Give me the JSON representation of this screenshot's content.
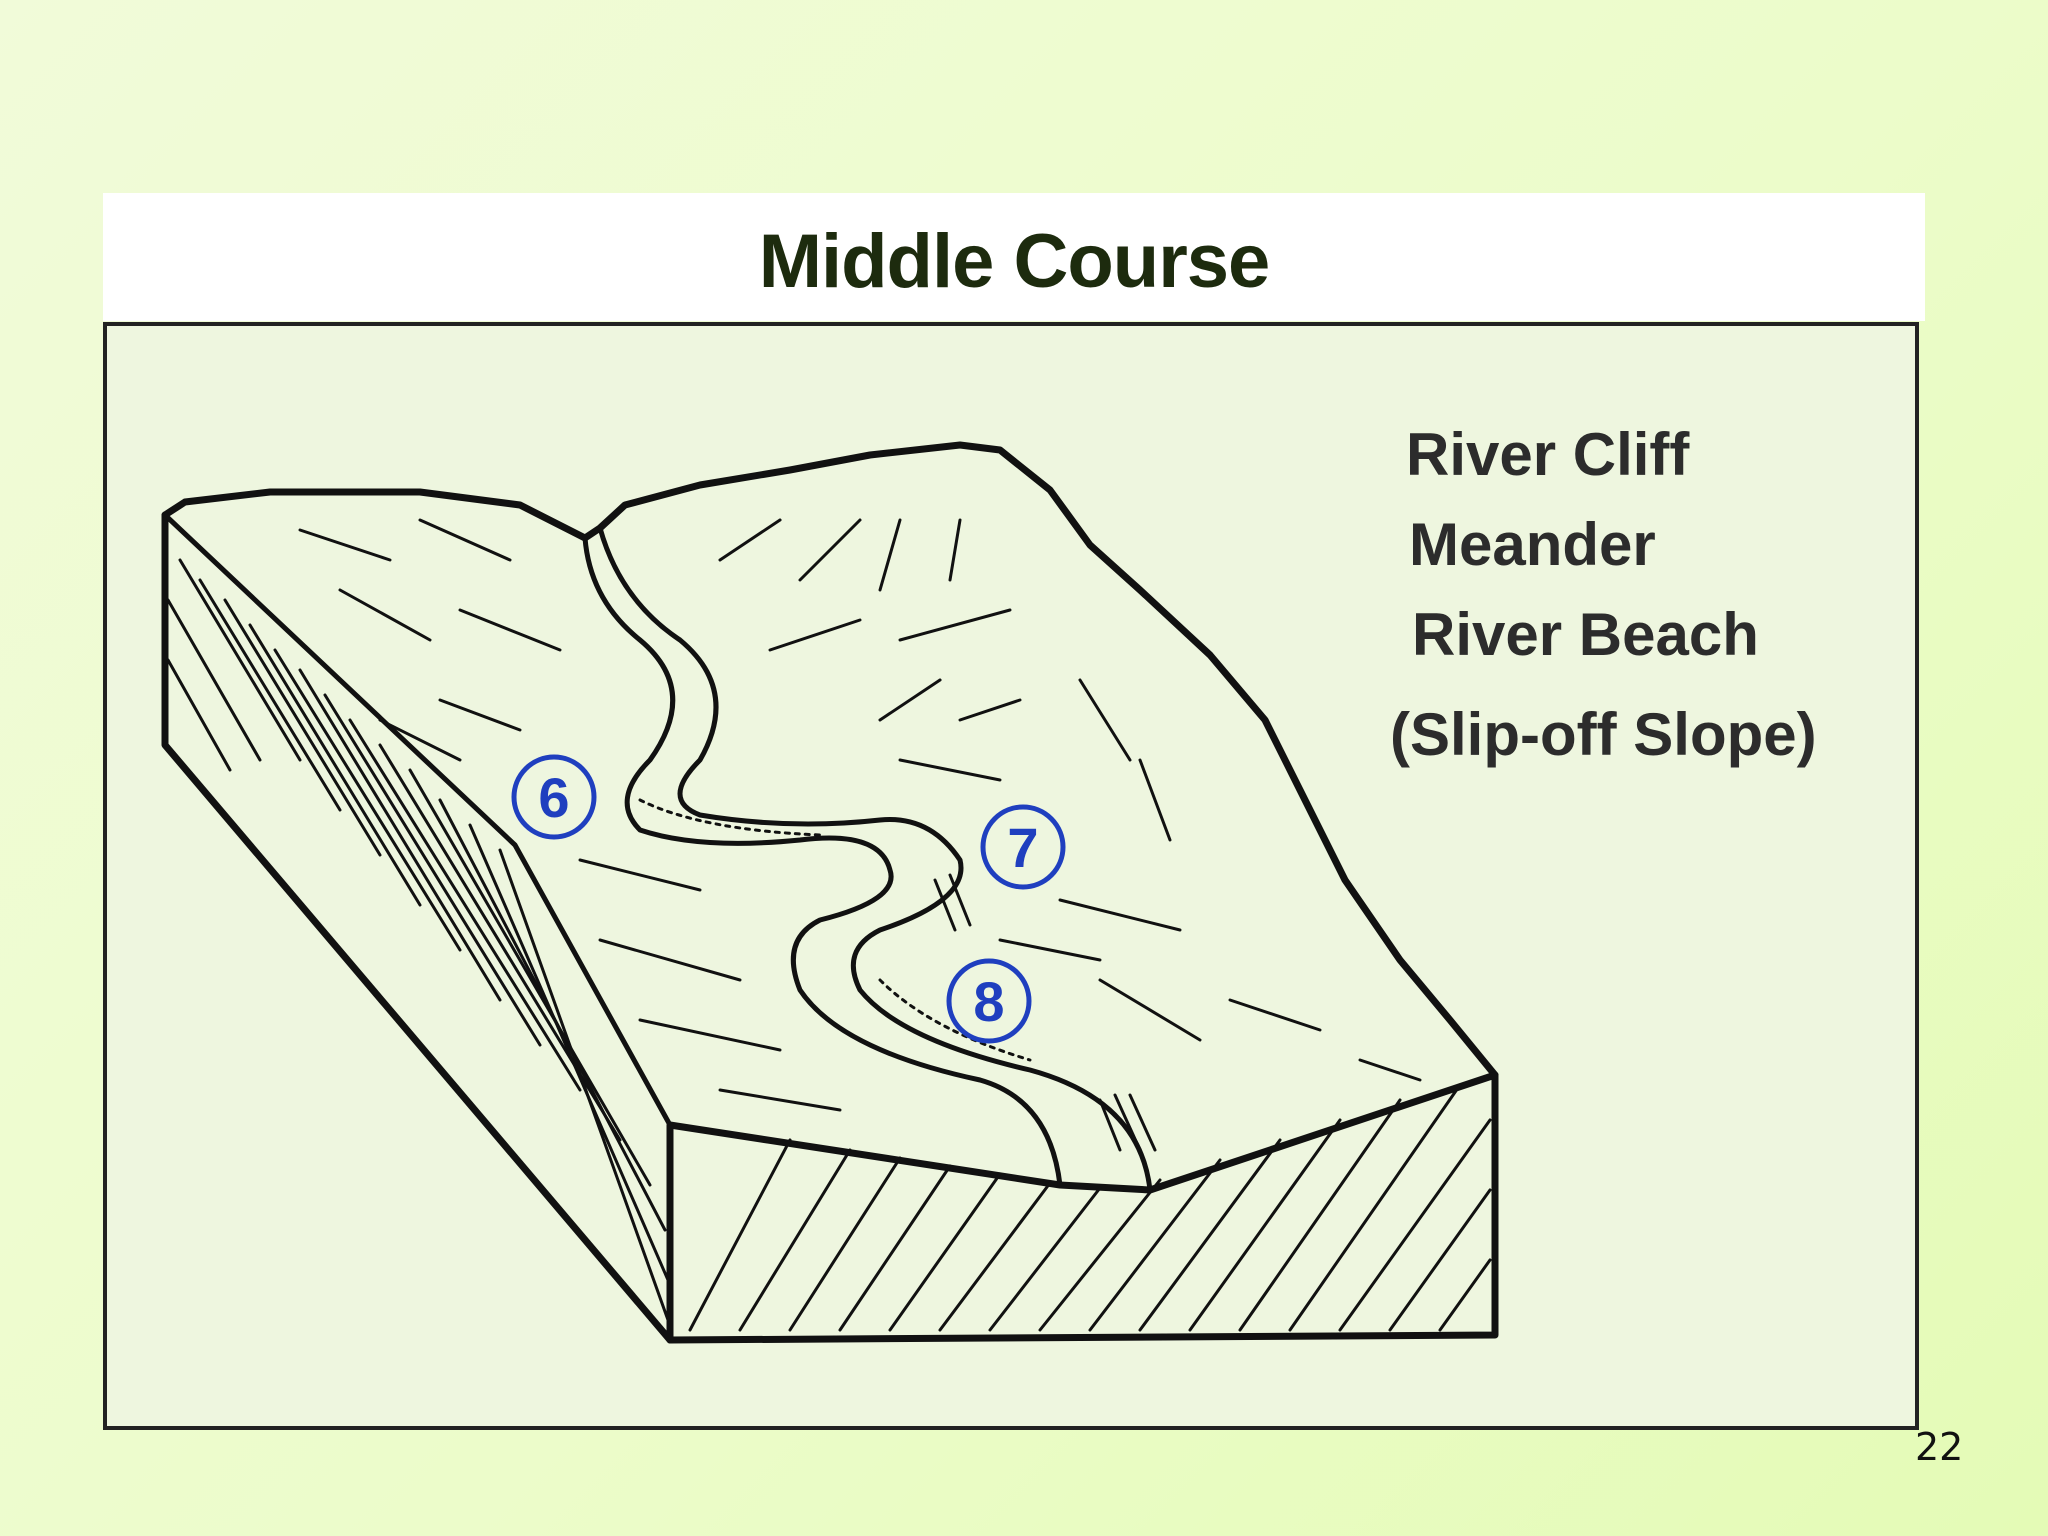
{
  "slide": {
    "title": "Middle Course",
    "page_number": "22",
    "background_color": "#ecfcca"
  },
  "legend": {
    "items": [
      "River Cliff",
      "Meander",
      "River Beach",
      "(Slip-off Slope)"
    ]
  },
  "diagram": {
    "markers": [
      {
        "number": "6",
        "label_ref": "River Cliff"
      },
      {
        "number": "7",
        "label_ref": "Meander"
      },
      {
        "number": "8",
        "label_ref": "River Beach"
      }
    ],
    "marker_color": "#1f3fbf",
    "line_color": "#111111"
  }
}
